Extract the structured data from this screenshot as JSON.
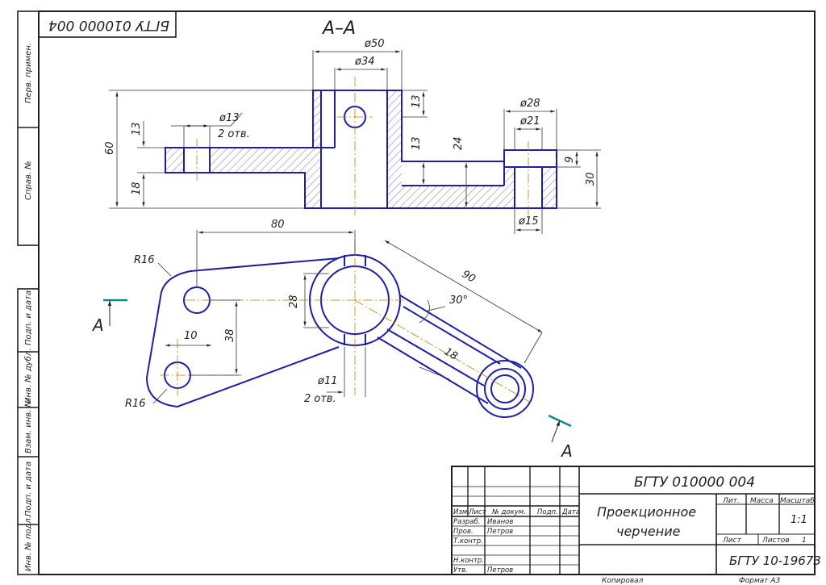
{
  "header_stamp": "БГТУ 010000 004",
  "section_label": "А–А",
  "section_mark_letter": "А",
  "left_stamp": {
    "perv_primen": "Перв. примен.",
    "sprav_no": "Справ. №",
    "podp_data_1": "Подп. и дата",
    "inv_dubl": "Инв. № дубл.",
    "vzam_inv": "Взам. инв. №",
    "podp_data_2": "Подп. и дата",
    "inv_podl": "Инв. № подл."
  },
  "dimensions": {
    "d50": "ø50",
    "d34": "ø34",
    "d13": "ø13",
    "two_holes": "2 отв.",
    "d28": "ø28",
    "d21": "ø21",
    "d15": "ø15",
    "d11": "ø11",
    "v60": "60",
    "v13a": "13",
    "v18": "18",
    "v13b": "13",
    "v13c": "13",
    "v24": "24",
    "v9": "9",
    "v30": "30",
    "h80": "80",
    "r16a": "R16",
    "r16b": "R16",
    "h10": "10",
    "v38": "38",
    "v28": "28",
    "l90": "90",
    "ang30": "30°",
    "w18": "18"
  },
  "title_block": {
    "designation": "БГТУ 010000 004",
    "name_line1": "Проекционное",
    "name_line2": "черчение",
    "org": "БГТУ 10-19673",
    "col_izm": "Изм.",
    "col_list": "Лист",
    "col_doc": "№ докум.",
    "col_podp": "Подп.",
    "col_data": "Дата",
    "razrab": "Разраб.",
    "razrab_name": "Иванов",
    "prov": "Пров.",
    "prov_name": "Петров",
    "tkontr": "Т.контр.",
    "nkontr": "Н.контр.",
    "utv": "Утв.",
    "utv_name": "Петров",
    "lit": "Лит.",
    "massa": "Масса",
    "masshtab": "Масштаб",
    "scale_value": "1:1",
    "list_label": "Лист",
    "listov_label": "Листов",
    "listov_value": "1",
    "copied": "Копировал",
    "format": "Формат   А3"
  }
}
